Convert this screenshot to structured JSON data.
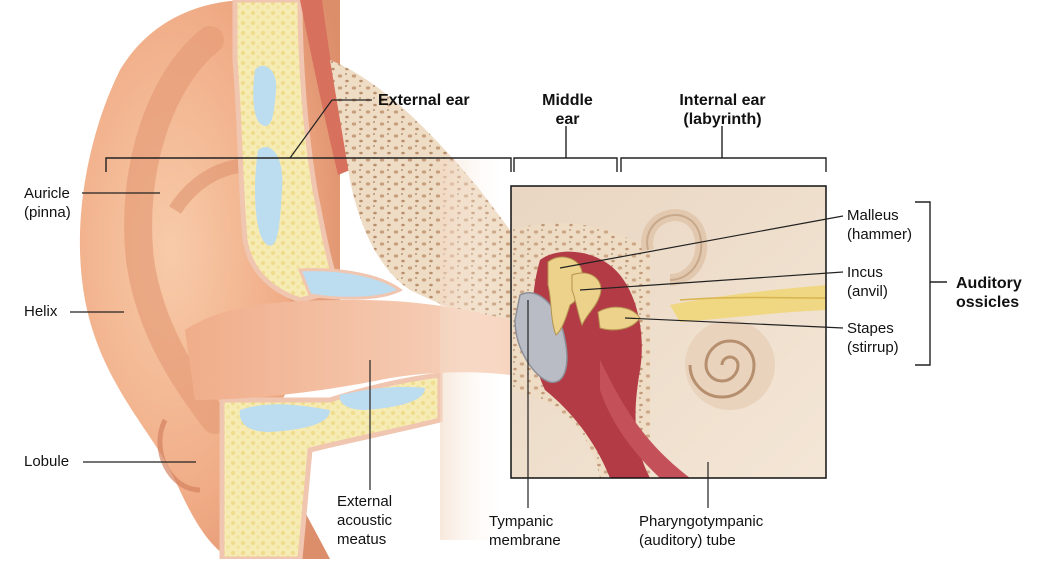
{
  "labels": {
    "external_ear": "External ear",
    "middle_ear": {
      "line1": "Middle",
      "line2": "ear"
    },
    "internal_ear": {
      "line1": "Internal ear",
      "line2": "(labyrinth)"
    },
    "auricle": {
      "line1": "Auricle",
      "line2": "(pinna)"
    },
    "helix": "Helix",
    "lobule": "Lobule",
    "external_acoustic_meatus": {
      "line1": "External",
      "line2": "acoustic",
      "line3": "meatus"
    },
    "tympanic_membrane": {
      "line1": "Tympanic",
      "line2": "membrane"
    },
    "pharyngotympanic_tube": {
      "line1": "Pharyngotympanic",
      "line2": "(auditory) tube"
    },
    "malleus": {
      "line1": "Malleus",
      "line2": "(hammer)"
    },
    "incus": {
      "line1": "Incus",
      "line2": "(anvil)"
    },
    "stapes": {
      "line1": "Stapes",
      "line2": "(stirrup)"
    },
    "auditory_ossicles": {
      "line1": "Auditory",
      "line2": "ossicles"
    }
  },
  "colors": {
    "skin": "#f2b48f",
    "skin_dark": "#d88a66",
    "cartilage": "#f4e7a8",
    "cartilage_blue": "#bcdcf0",
    "bone": "#f1e4cf",
    "muscle": "#d7705c",
    "canal": "#e8a07e",
    "middle_ear_red": "#b23b45",
    "ossicle": "#ecd28b",
    "tympanic": "#b9bcc4",
    "leader": "#222222"
  }
}
